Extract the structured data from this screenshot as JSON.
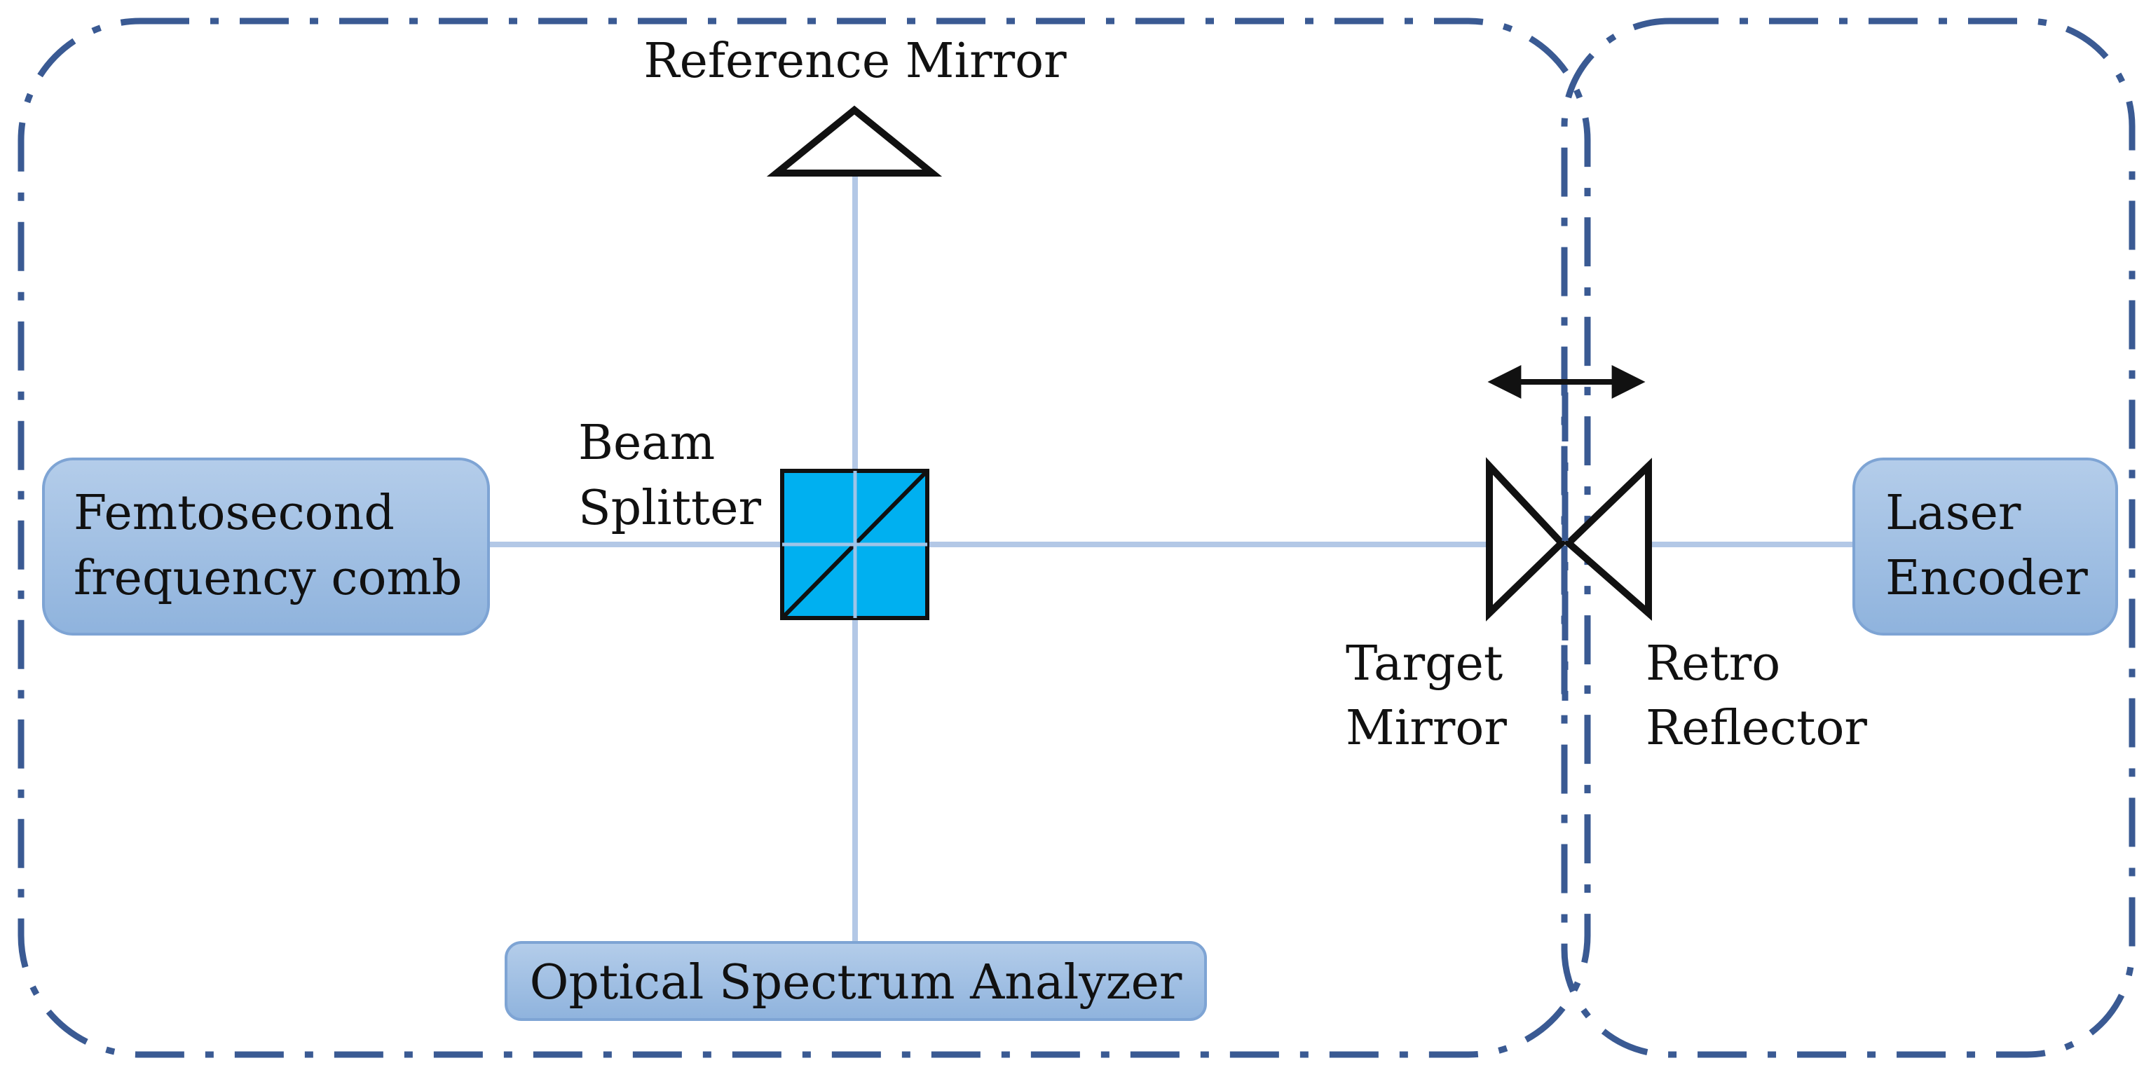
{
  "colors": {
    "frame": "#3a5a93",
    "beam": "#b3c8e6",
    "box_fill_top": "#b4cdea",
    "box_fill_bottom": "#8fb3dd",
    "box_stroke": "#7ea4d4",
    "splitter_fill": "#00b0f0",
    "ink": "#111111"
  },
  "labels": {
    "reference_mirror": "Reference Mirror",
    "beam_splitter_line1": "Beam",
    "beam_splitter_line2": "Splitter",
    "target_mirror_line1": "Target",
    "target_mirror_line2": "Mirror",
    "retro_reflector_line1": "Retro",
    "retro_reflector_line2": "Reflector"
  },
  "components": {
    "femtosecond_comb_line1": "Femtosecond",
    "femtosecond_comb_line2": "frequency comb",
    "laser_encoder_line1": "Laser",
    "laser_encoder_line2": "Encoder",
    "optical_spectrum_analyzer": "Optical Spectrum Analyzer"
  },
  "icons": {
    "reference_mirror": "triangle-mirror-icon",
    "beam_splitter": "cube-beam-splitter-icon",
    "target_mirror": "wedge-mirror-icon",
    "retro_reflector": "retro-reflector-icon",
    "motion": "double-arrow-icon"
  }
}
